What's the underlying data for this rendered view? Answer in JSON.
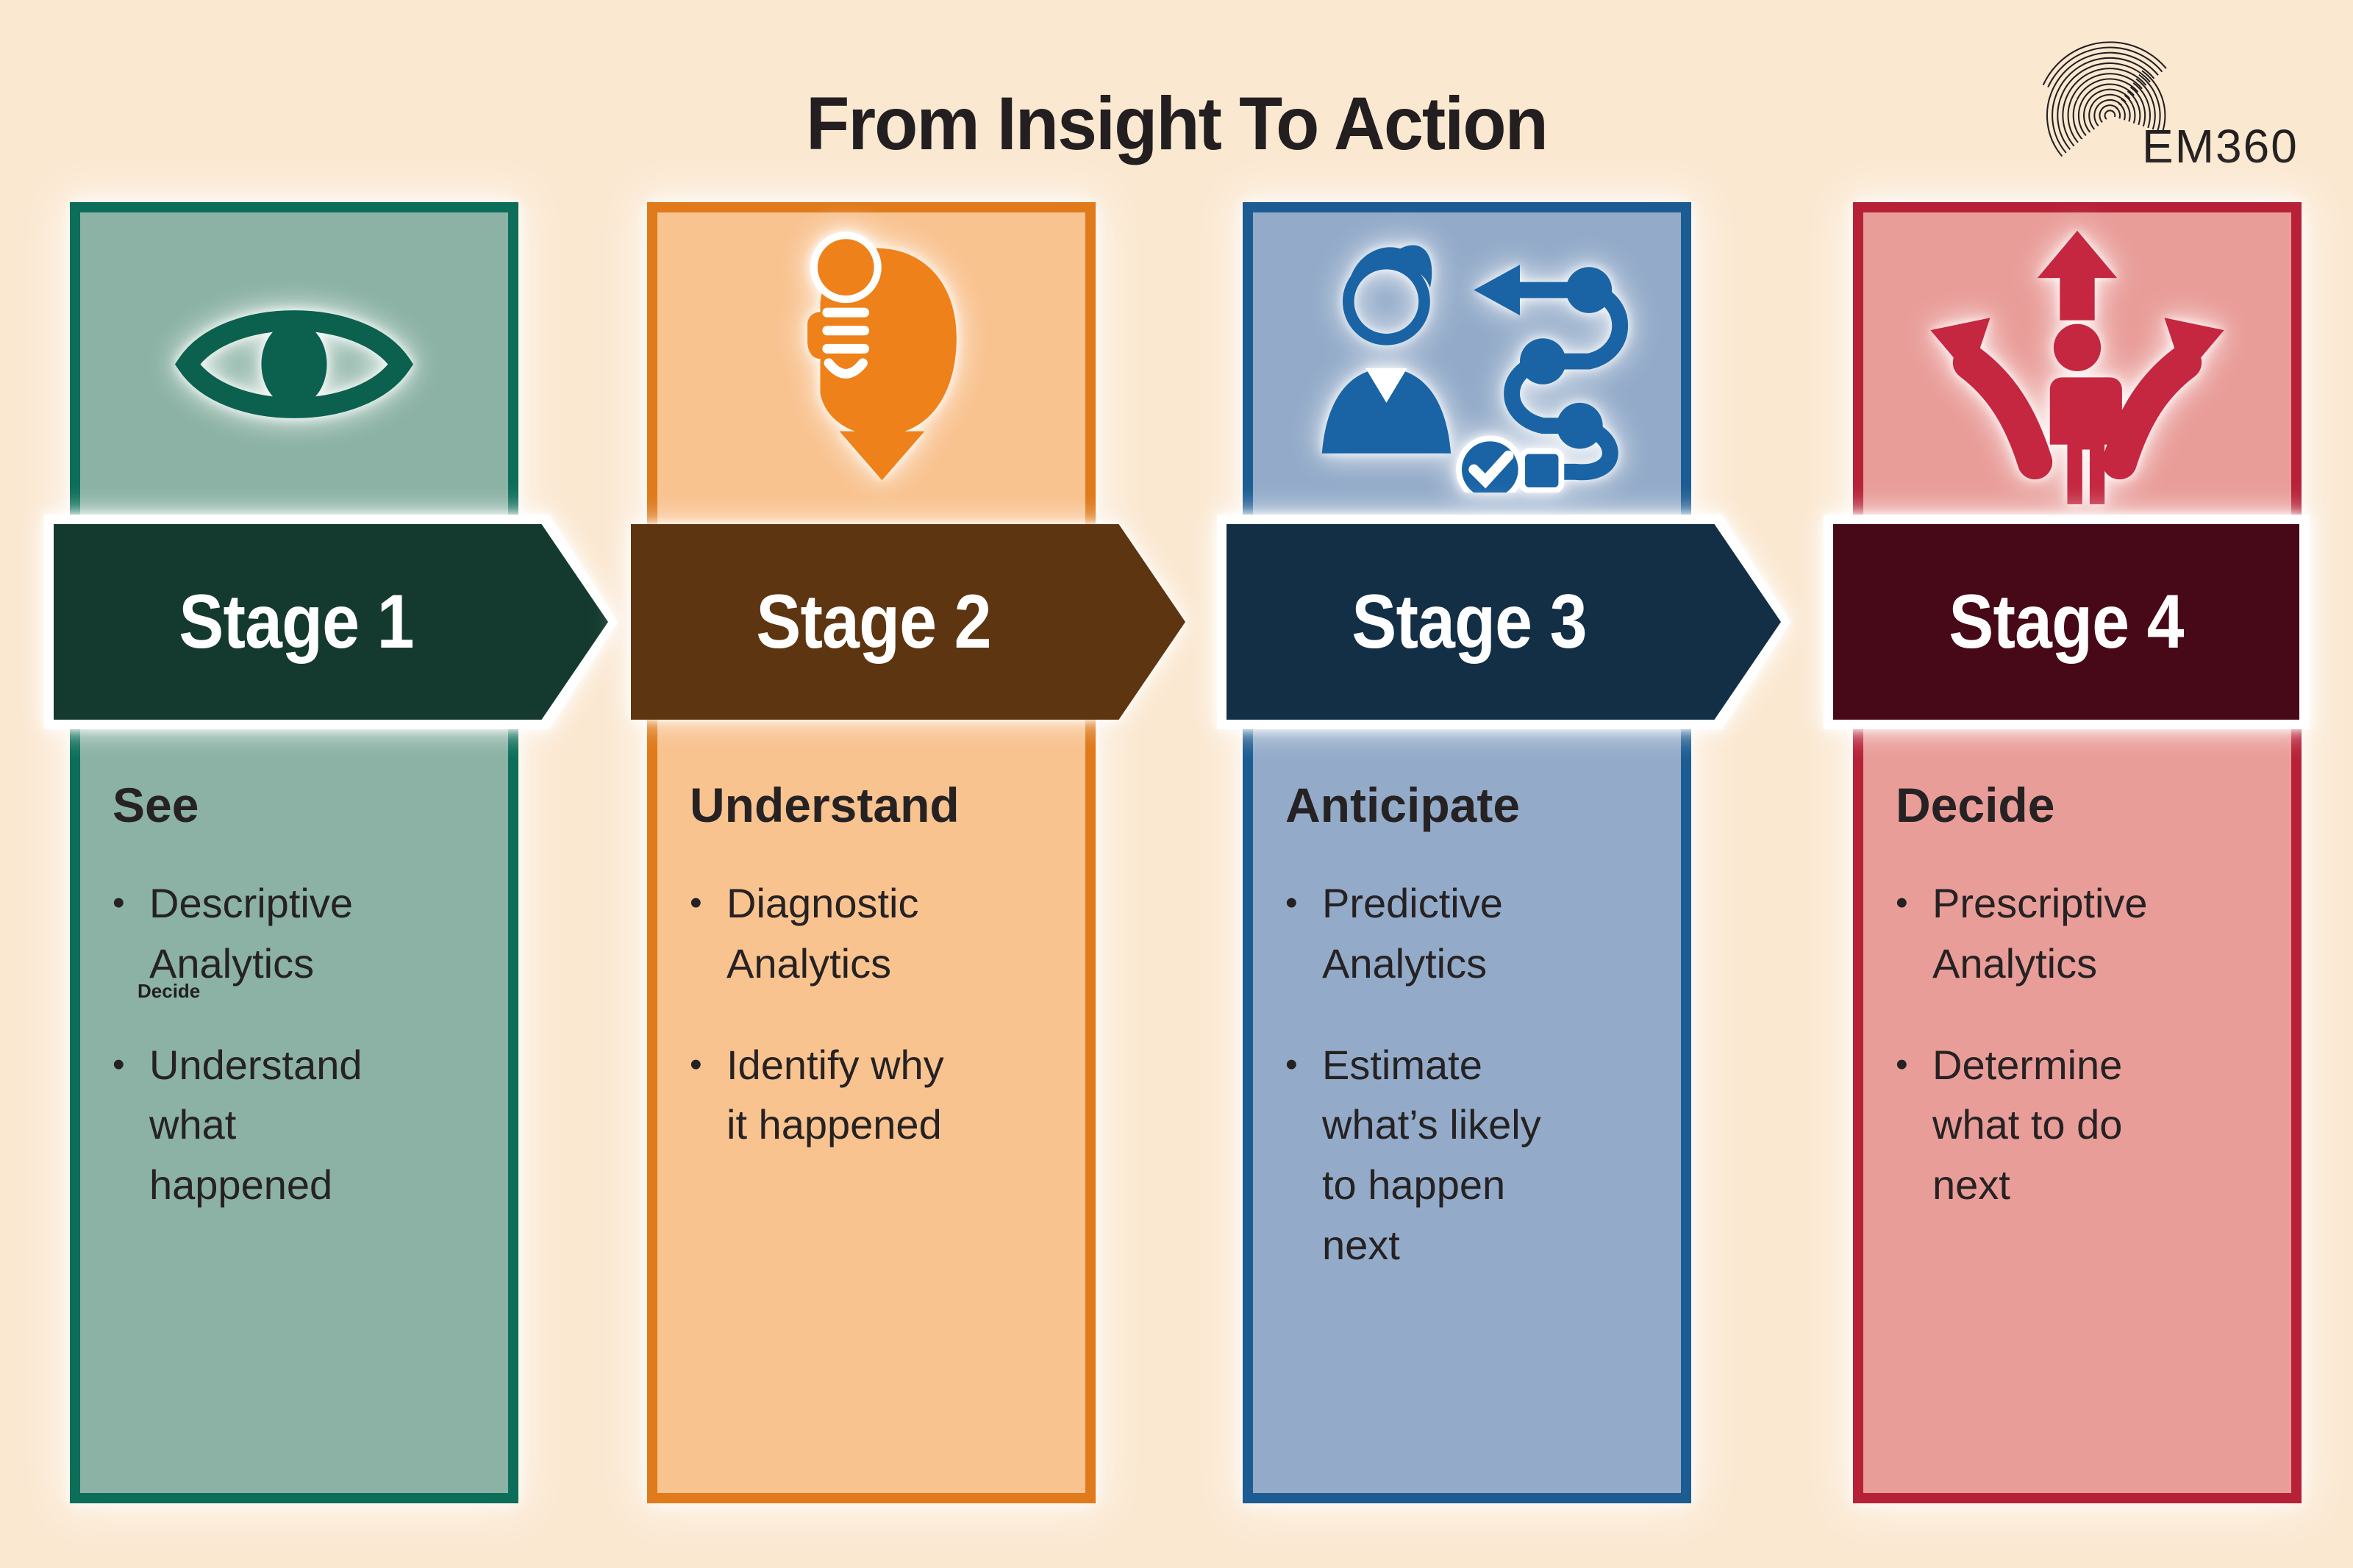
{
  "title": "From Insight To Action",
  "logo": {
    "text": "EM360"
  },
  "background_color": "#fbe8d1",
  "stage1_artifact": {
    "text": "Decide"
  },
  "stages": [
    {
      "banner_label": "Stage 1",
      "heading": "See",
      "bullets": [
        "Descriptive Analytics",
        "Understand what happened"
      ],
      "icon": "eye-icon",
      "has_arrow": true,
      "colors": {
        "fill": "#8bb2a4",
        "border": "#0c6e59",
        "banner": "#143a2f",
        "icon": "#0b604e"
      }
    },
    {
      "banner_label": "Stage 2",
      "heading": "Understand",
      "bullets": [
        "Diagnostic Analytics",
        "Identify why it happened"
      ],
      "icon": "head-lightbulb-icon",
      "has_arrow": true,
      "colors": {
        "fill": "#f9c390",
        "border": "#e07a1a",
        "banner": "#5e3511",
        "icon": "#ee8119"
      }
    },
    {
      "banner_label": "Stage 3",
      "heading": "Anticipate",
      "bullets": [
        "Predictive Analytics",
        "Estimate what’s likely to happen next"
      ],
      "icon": "person-process-icon",
      "has_arrow": true,
      "colors": {
        "fill": "#93abc9",
        "border": "#1c5c92",
        "banner": "#132f46",
        "icon": "#1a64a5"
      }
    },
    {
      "banner_label": "Stage 4",
      "heading": "Decide",
      "bullets": [
        "Prescriptive Analytics",
        "Determine what to do next"
      ],
      "icon": "person-direction-arrows-icon",
      "has_arrow": false,
      "colors": {
        "fill": "#e99d99",
        "border": "#b72138",
        "banner": "#470917",
        "icon": "#c52740"
      }
    }
  ]
}
